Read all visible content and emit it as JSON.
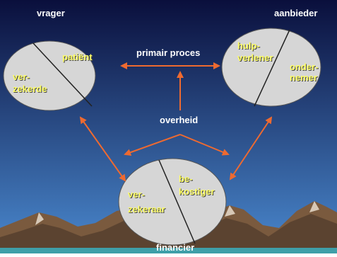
{
  "colors": {
    "sky_top": "#0a0f3c",
    "sky_bottom": "#4a89cf",
    "ellipse_fill": "#d6d6d6",
    "arrow": "#ee6a30",
    "actor_text": "#ffffff",
    "role_text": "#ffff66"
  },
  "nodes": {
    "vrager": {
      "title": "vrager",
      "part_a": "patiënt",
      "part_b_line1": "ver-",
      "part_b_line2": "zekerde"
    },
    "aanbieder": {
      "title": "aanbieder",
      "part_a_line1": "hulp-",
      "part_a_line2": "verlener",
      "part_b_line1": "onder-",
      "part_b_line2": "nemer"
    },
    "financier": {
      "title": "financier",
      "part_a_line1": "be-",
      "part_a_line2": "kostiger",
      "part_b_line1": "ver-",
      "part_b_line2": "zekeraar"
    }
  },
  "center": {
    "primary_label": "primair proces",
    "government_label": "overheid"
  },
  "decor": [
    "mountain-range"
  ]
}
